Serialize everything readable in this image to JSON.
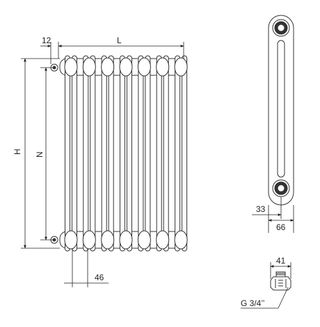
{
  "dimensions": {
    "offset_label": "12",
    "length_label": "L",
    "height_label": "H",
    "axis_distance_label": "N",
    "column_spacing_label": "46",
    "side_offset_label": "33",
    "side_depth_label": "66",
    "thread_width_label": "41",
    "thread_label": "G 3/4’’"
  },
  "front_view": {
    "section_count": 7
  }
}
